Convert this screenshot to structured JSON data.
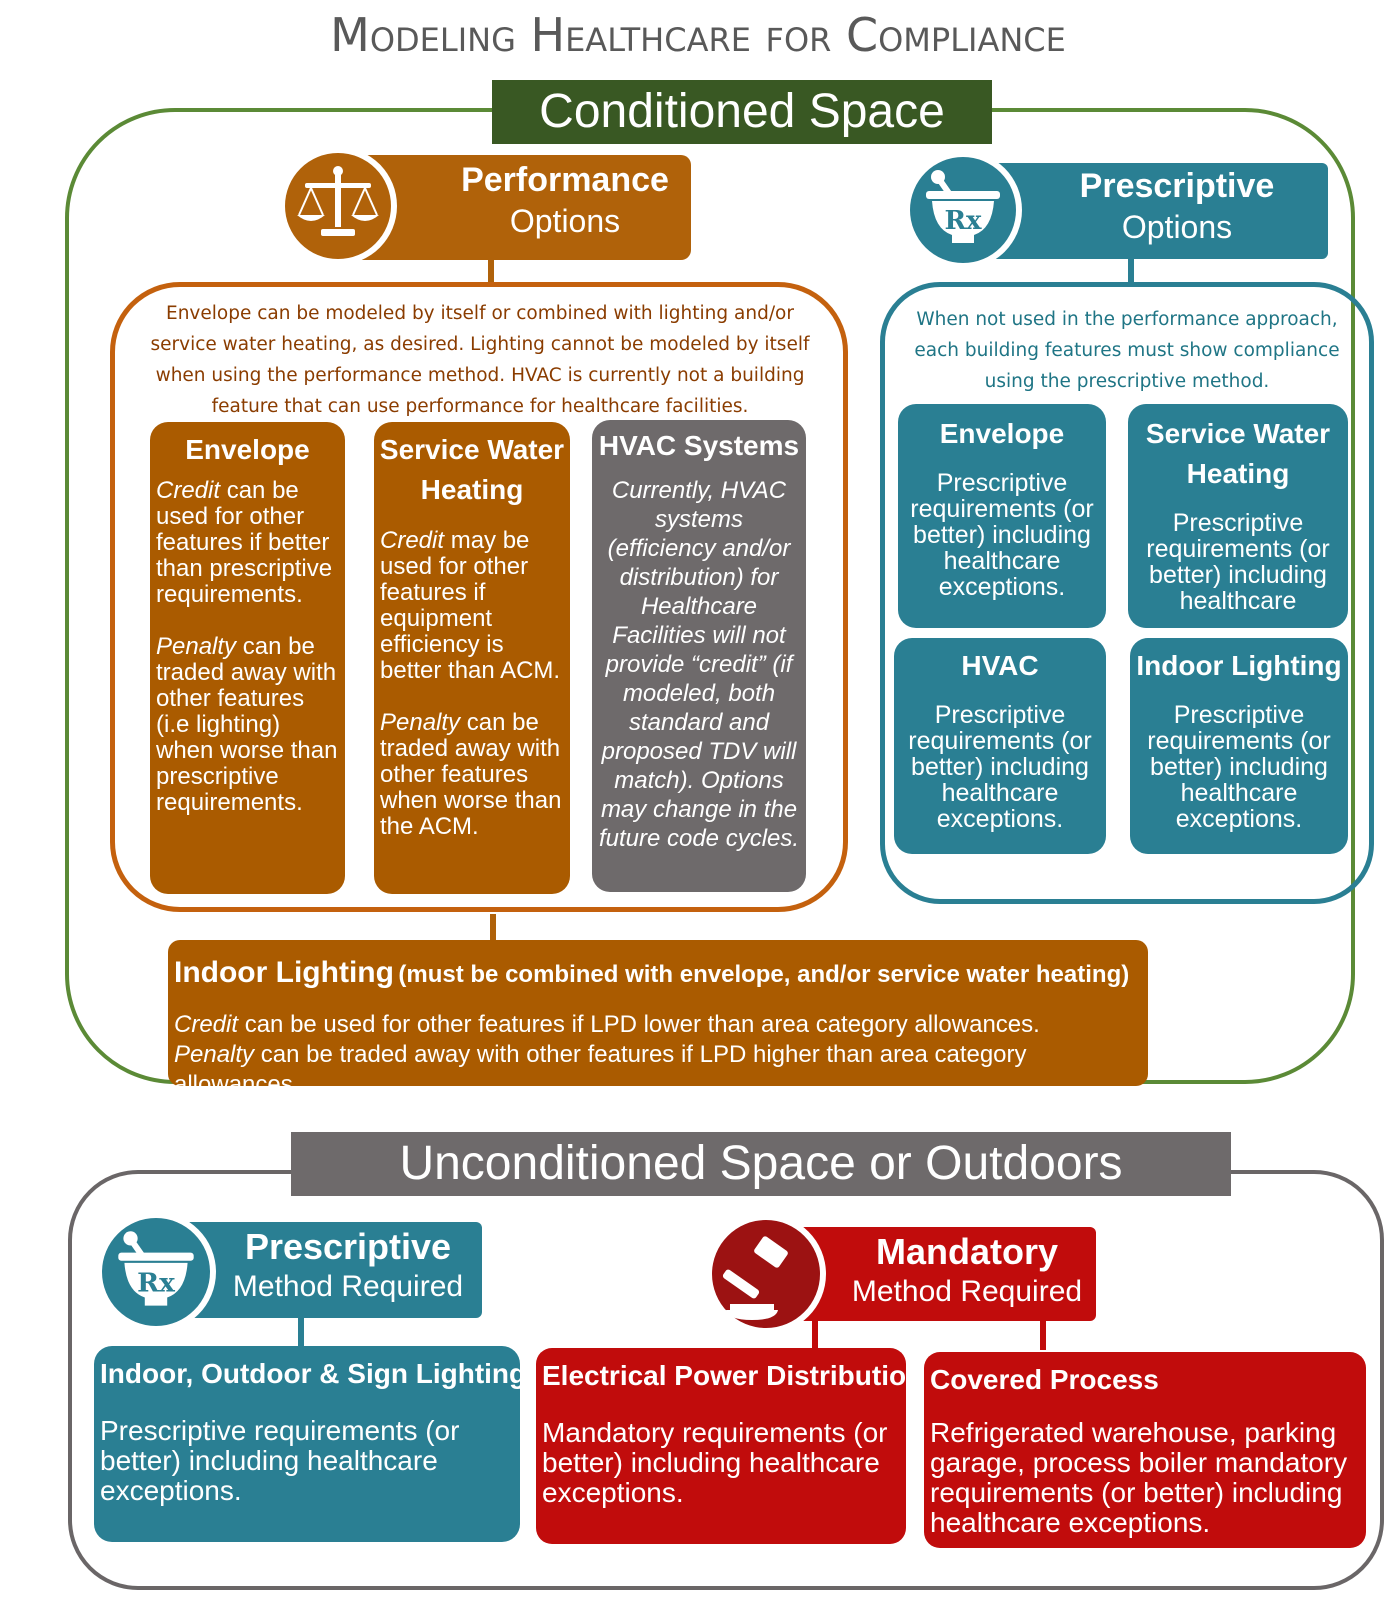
{
  "title": "Modeling Healthcare for Compliance",
  "conditioned": {
    "banner": "Conditioned Space",
    "performance": {
      "title": "Performance",
      "subtitle": "Options",
      "description": "Envelope can be modeled by itself or combined with lighting and/or service water heating, as desired. Lighting cannot be modeled by itself when using the performance method.  HVAC is currently not a building feature that can use performance for healthcare facilities.",
      "envelope": {
        "title": "Envelope",
        "credit_word": "Credit",
        "credit_text": " can be used for other features if better than prescriptive requirements.",
        "penalty_word": "Penalty",
        "penalty_text": " can be traded away with other features (i.e lighting) when worse than prescriptive requirements."
      },
      "swh": {
        "title": "Service Water Heating",
        "credit_word": "Credit",
        "credit_text": " may be used for other features if equipment efficiency is better than ACM.",
        "penalty_word": "Penalty",
        "penalty_text": " can be traded away with other features when worse than the ACM."
      },
      "hvac": {
        "title": "HVAC Systems",
        "body": "Currently, HVAC systems (efficiency and/or distribution) for Healthcare Facilities will not provide “credit” (if modeled, both standard and proposed TDV will match). Options may change in the future code cycles."
      },
      "indoor_lighting": {
        "title": "Indoor Lighting",
        "title_note": "(must be combined with envelope, and/or service water heating)",
        "credit_word": "Credit",
        "credit_text": " can be used for other features if LPD lower than area category allowances.",
        "penalty_word": "Penalty",
        "penalty_text": " can be traded away with other features if LPD higher than area category allowances."
      }
    },
    "prescriptive": {
      "title": "Prescriptive",
      "subtitle": "Options",
      "description": "When not used in the performance approach, each building features must show compliance using the prescriptive method.",
      "cards": [
        {
          "title": "Envelope",
          "body": "Prescriptive requirements (or better) including healthcare exceptions."
        },
        {
          "title": "Service Water Heating",
          "body": "Prescriptive requirements (or better) including healthcare"
        },
        {
          "title": "HVAC",
          "body": "Prescriptive requirements (or better) including healthcare exceptions."
        },
        {
          "title": "Indoor Lighting",
          "body": "Prescriptive requirements (or better) including healthcare exceptions."
        }
      ]
    }
  },
  "unconditioned": {
    "banner": "Unconditioned Space or Outdoors",
    "prescriptive": {
      "title": "Prescriptive",
      "subtitle": "Method Required",
      "card": {
        "title": "Indoor, Outdoor & Sign Lighting",
        "body": "Prescriptive requirements (or better) including healthcare exceptions."
      }
    },
    "mandatory": {
      "title": "Mandatory",
      "subtitle": "Method Required",
      "cards": [
        {
          "title": "Electrical Power Distribution",
          "body": "Mandatory requirements (or better) including healthcare exceptions."
        },
        {
          "title": "Covered Process",
          "body": "Refrigerated warehouse, parking garage, process boiler mandatory requirements (or better) including healthcare exceptions."
        }
      ]
    }
  },
  "icons": {
    "performance": "scales-icon",
    "prescriptive": "rx-mortar-pestle-icon",
    "mandatory": "gavel-icon"
  },
  "colors": {
    "performance": "#aa5b00",
    "prescriptive": "#2a7f93",
    "mandatory": "#c10c0c",
    "hvac": "#6e6a6b",
    "conditioned_banner": "#395823",
    "unconditioned_banner": "#6e6a6b"
  }
}
